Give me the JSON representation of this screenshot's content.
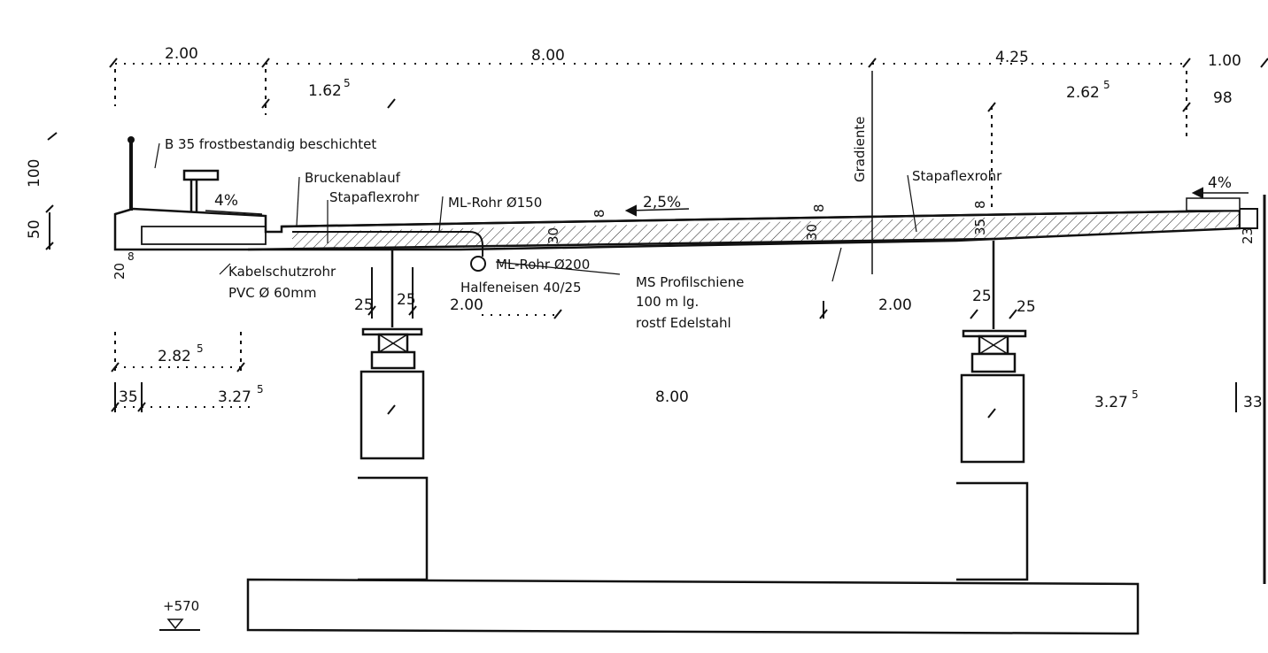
{
  "dimensions": {
    "d_2_00_top": "2.00",
    "d_8_00_top": "8.00",
    "d_4_25": "4.25",
    "d_1_00": "1.00",
    "d_1_62": "1.62",
    "d_2_62": "2.62",
    "d_98": "98",
    "sup5": "5",
    "d_100": "100",
    "d_50": "50",
    "d_20": "20",
    "d_8": "8",
    "d_30a": "30",
    "d_30b": "30",
    "d_35": "35",
    "d_23": "23",
    "d_25a": "25",
    "d_25b": "25",
    "d_25c": "25",
    "d_25d": "25",
    "d_2_00_mid": "2.00",
    "d_2_00_right": "2.00",
    "d_2_82": "2.82",
    "d_35_bottom": "35",
    "d_3_27_left": "3.27",
    "d_8_00_bottom": "8.00",
    "d_3_27_right": "3.27",
    "d_33": "33",
    "d_4pct_left": "4%",
    "d_2_5pct": "2,5%",
    "d_4pct_right": "4%",
    "d_570": "+570"
  },
  "labels": {
    "b35": "B 35 frostbestandig  beschichtet",
    "brueckenablauf": "Bruckenablauf",
    "stapaflex1": "Stapaflexrohr",
    "ml150": "ML-Rohr  Ø150",
    "gradiente": "Gradiente",
    "stapaflex2": "Stapaflexrohr",
    "ml200": "ML-Rohr  Ø200",
    "kabel1": "Kabelschutzrohr",
    "kabel2": "PVC  Ø 60mm",
    "halfen": "Halfeneisen 40/25",
    "ms1": "MS  Profilschiene",
    "ms2": "100 m  lg.",
    "ms3": "rostf  Edelstahl"
  }
}
